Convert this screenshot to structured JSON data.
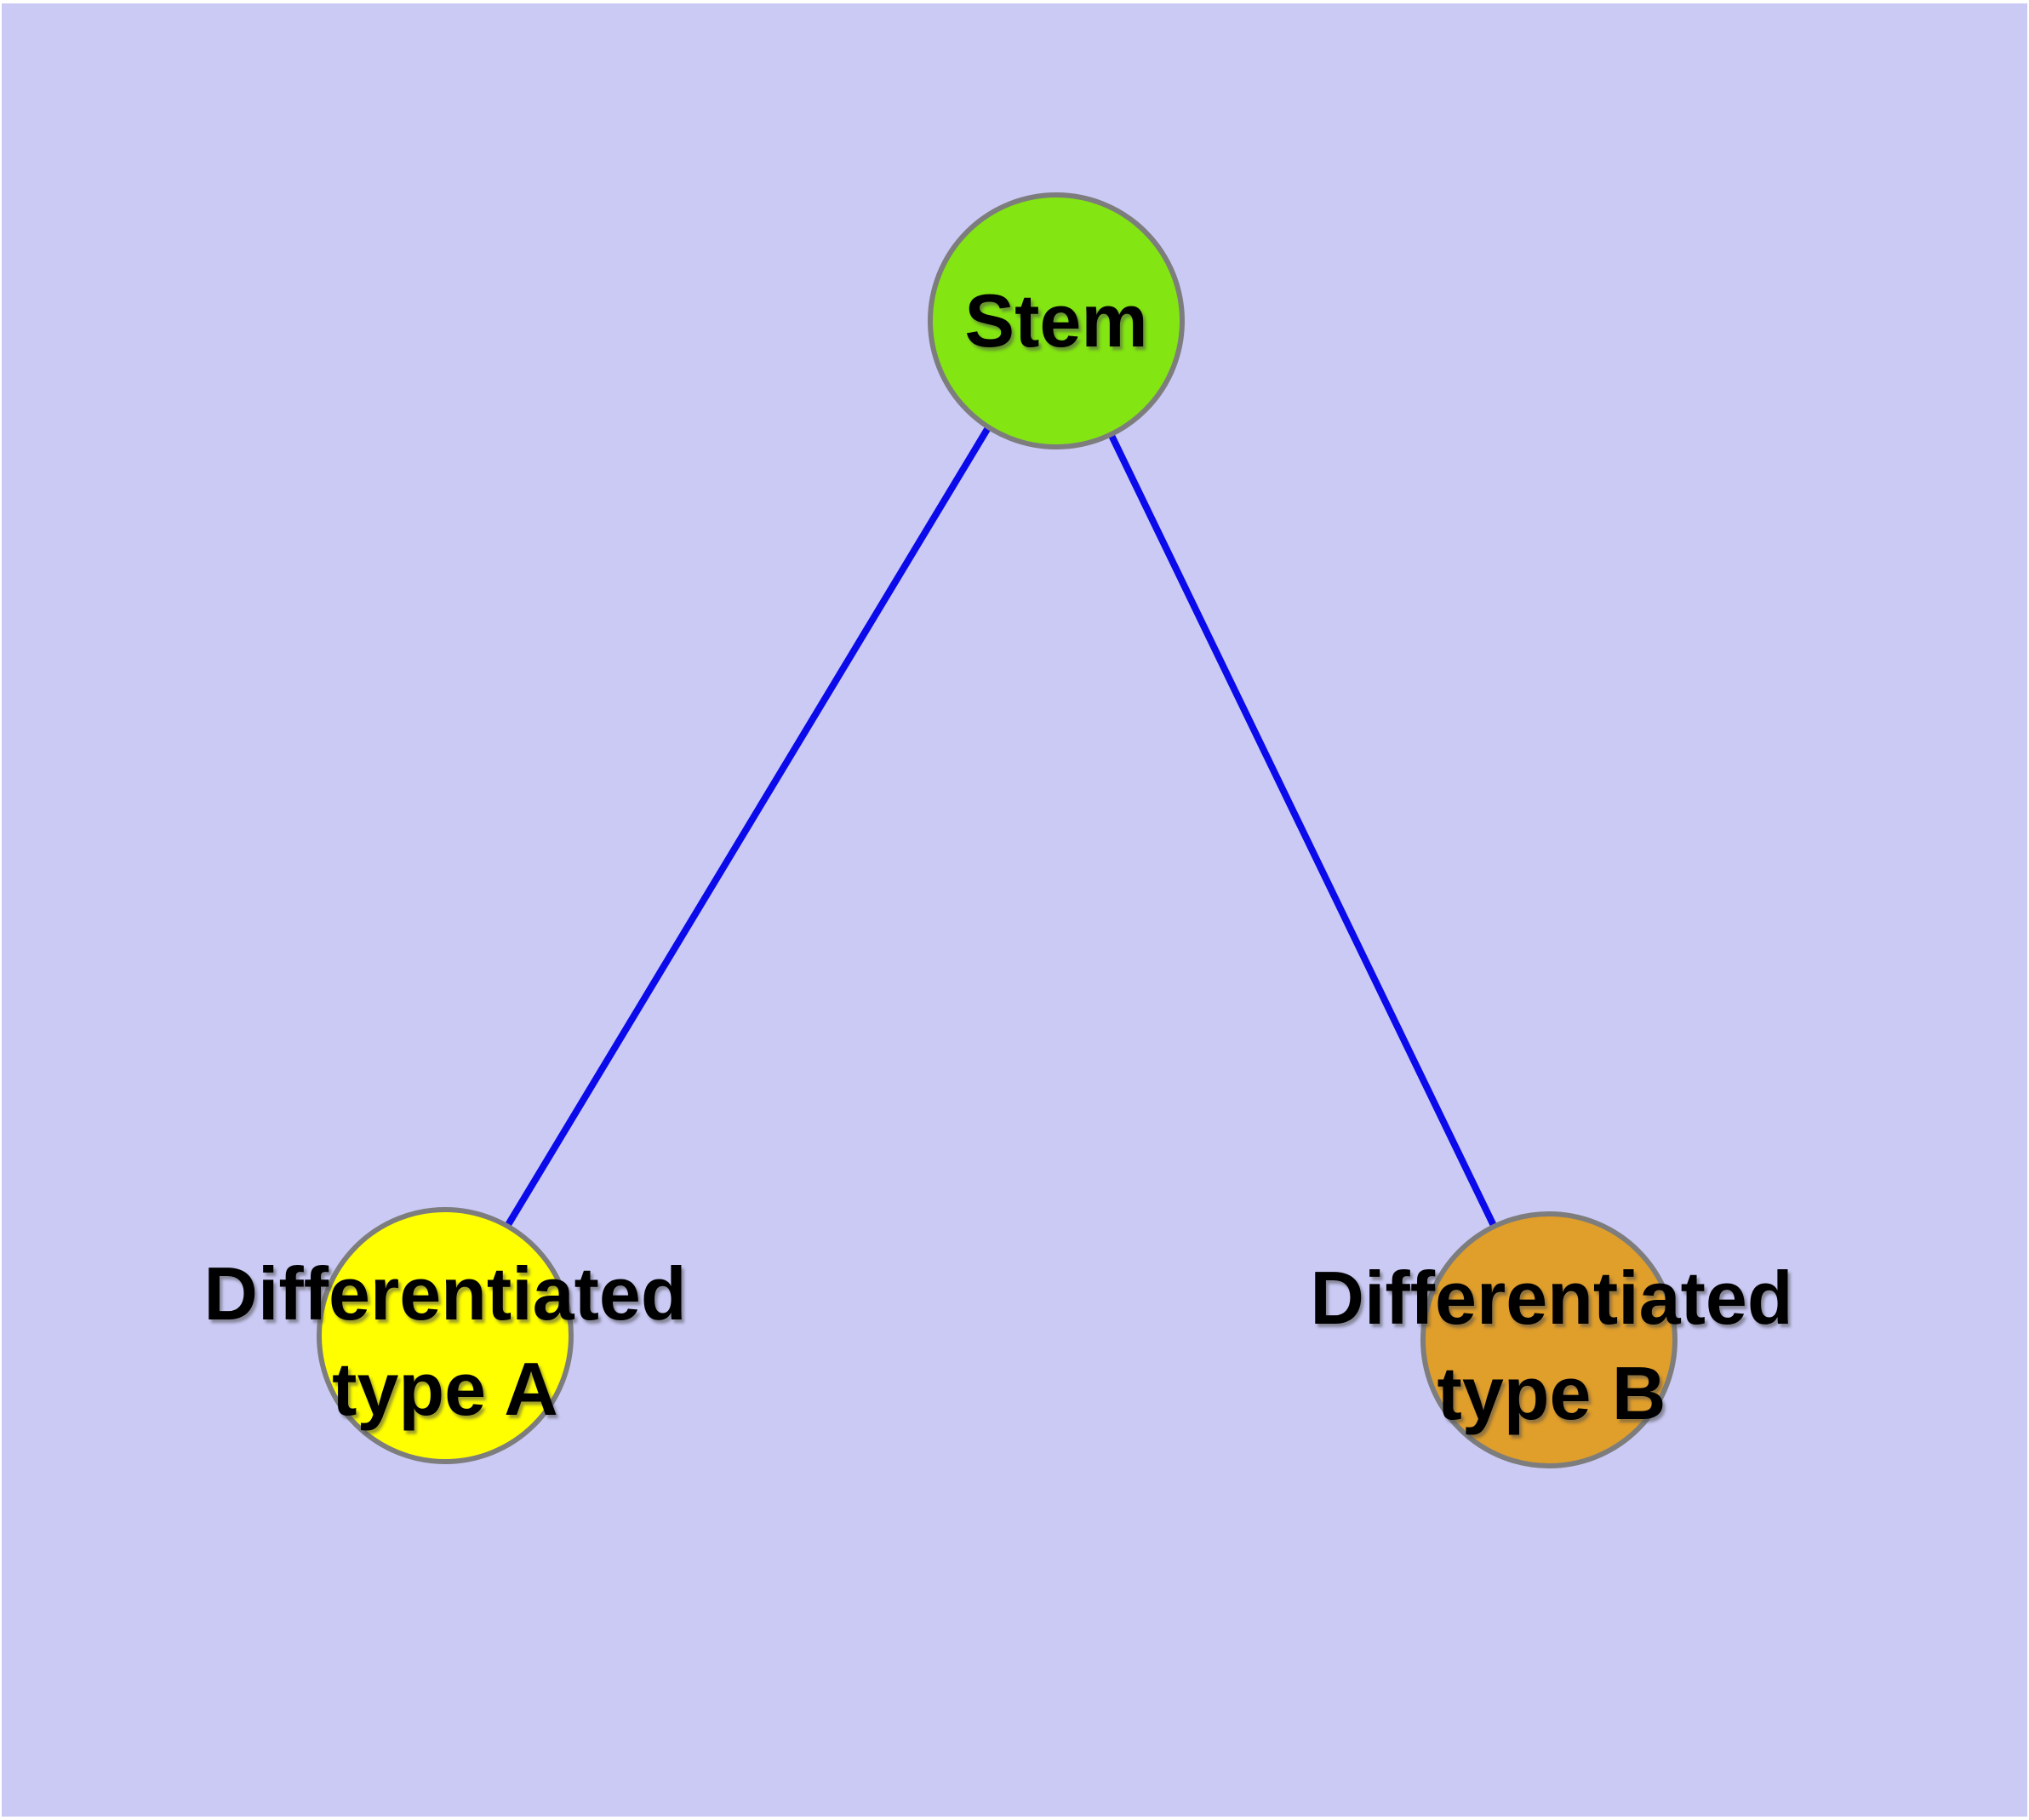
{
  "diagram": {
    "type": "graph",
    "title": "",
    "nodes": {
      "stem": {
        "id": "Stem",
        "label": "Stem",
        "fill": "#83E512",
        "shape": "circle"
      },
      "type_a": {
        "id": "Differentiated type A",
        "label": "Differentiated type A",
        "line1": "Differentiated",
        "line2": "type A",
        "fill": "#FFFF00",
        "shape": "circle"
      },
      "type_b": {
        "id": "Differentiated type B",
        "label": "Differentiated type B",
        "line1": "Differentiated",
        "line2": "type B",
        "fill": "#E09E2B",
        "shape": "circle"
      }
    },
    "edges": [
      {
        "from": "Stem",
        "to": "Differentiated type A"
      },
      {
        "from": "Stem",
        "to": "Differentiated type B"
      }
    ],
    "colors": {
      "background": "#CACAF5",
      "page_border": "#FFFFFF",
      "edge": "#0A0AEB",
      "node_border": "#7D7D7D",
      "text": "#000000"
    }
  }
}
